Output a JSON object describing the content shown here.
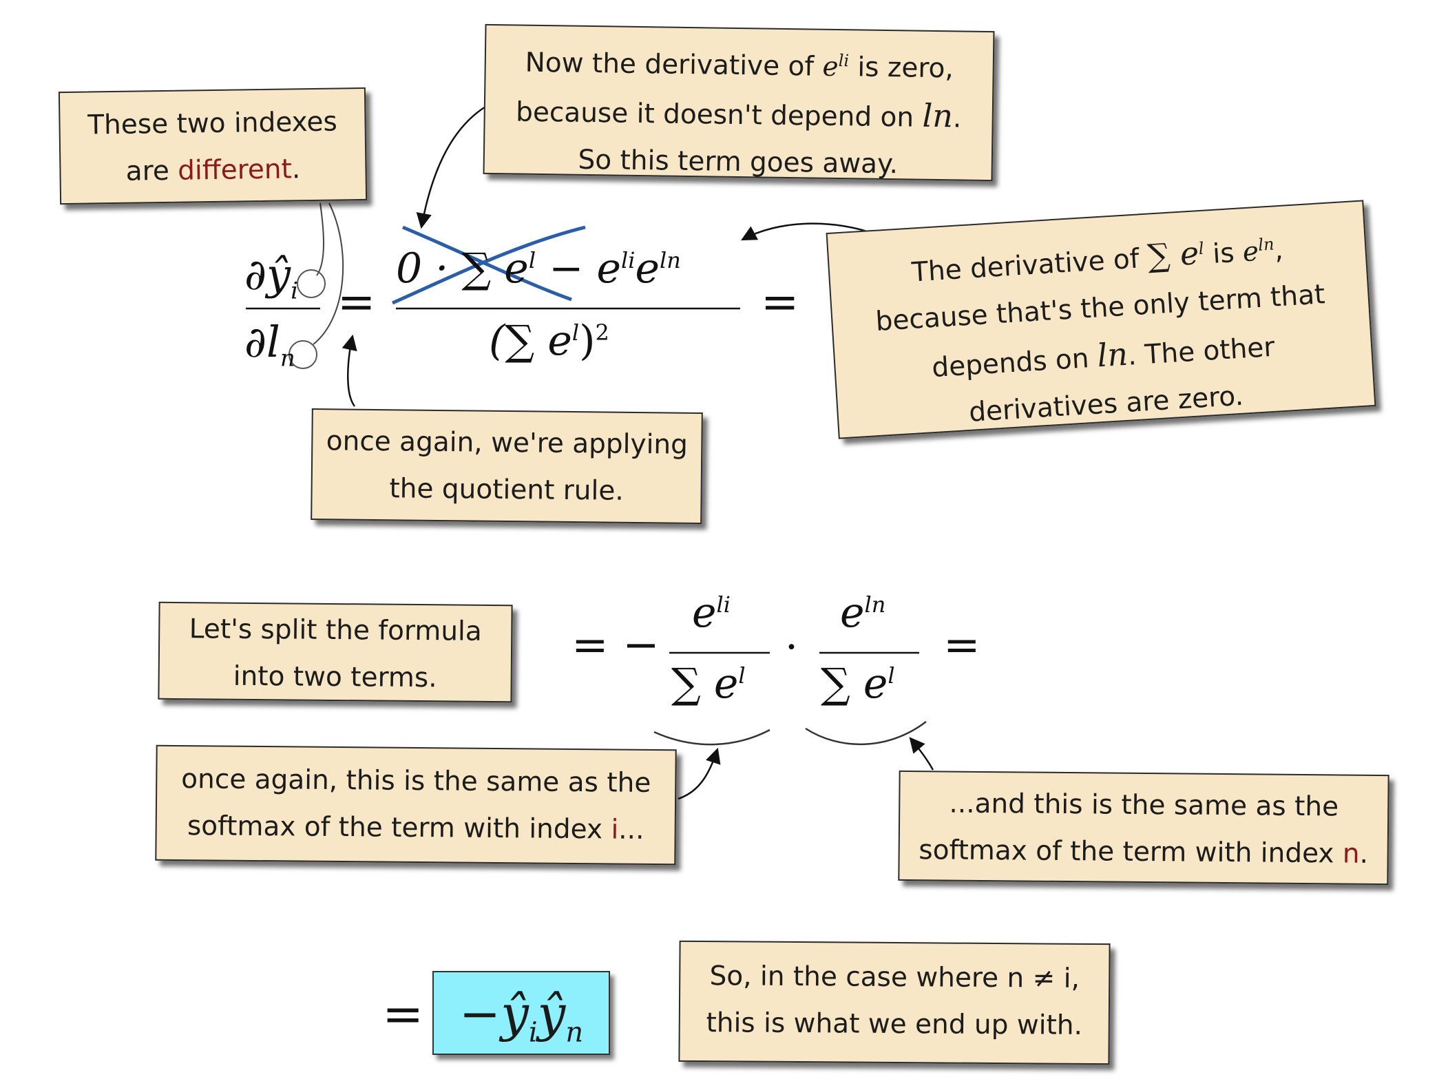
{
  "notes": {
    "indexes": {
      "l1": "These two indexes",
      "l2a": "are ",
      "l2b": "different",
      "l2c": "."
    },
    "zero": {
      "l1a": "Now the derivative of ",
      "l1m": "e",
      "l1s": "li",
      "l1b": " is zero,",
      "l2a": "because it doesn't depend on ",
      "l2m": "ln",
      "l2b": ".",
      "l3": "So this term goes away."
    },
    "quotient": {
      "l1": "once again, we're applying",
      "l2": "the quotient rule."
    },
    "sum": {
      "l1a": "The derivative of ",
      "l1m": "∑ e",
      "l1s": "l",
      "l1b": " is ",
      "l1m2": "e",
      "l1s2": "ln",
      "l1c": ",",
      "l2": "because that's the only term that",
      "l3a": "depends on ",
      "l3m": "ln",
      "l3b": ". The other",
      "l4": "derivatives are zero."
    },
    "split": {
      "l1": "Let's split the formula",
      "l2": "into two terms."
    },
    "softmax_i": {
      "l1": "once again, this is the same as the",
      "l2a": "softmax of the term with index ",
      "l2b": "i",
      "l2c": "..."
    },
    "softmax_n": {
      "l1": "...and this is the same as the",
      "l2a": "softmax of the term with index ",
      "l2b": "n",
      "l2c": "."
    },
    "result": {
      "l1": "So, in the case where n ≠ i,",
      "l2": "this is what we end up with."
    }
  },
  "equations": {
    "lhs_num": "∂ŷ",
    "lhs_num_sub": "i",
    "lhs_den": "∂l",
    "lhs_den_sub": "n",
    "eq_sign": "=",
    "frac_num": "0 · ∑ e",
    "frac_num_sup": "l",
    "frac_num_b": " − e",
    "frac_num_sup2": "li",
    "frac_num_c": "e",
    "frac_num_sup3": "ln",
    "frac_den": "(∑ e",
    "frac_den_sup": "l",
    "frac_den_b": ")",
    "frac_den_sup2": "2",
    "split_minus": "= −",
    "split_n1": "e",
    "split_n1_sup": "li",
    "split_d": "∑ e",
    "split_d_sup": "l",
    "split_dot": "·",
    "split_n2": "e",
    "split_n2_sup": "ln",
    "result_eq": "=",
    "result": "−ŷ",
    "result_sub1": "i",
    "result_b": "ŷ",
    "result_sub2": "n"
  },
  "colors": {
    "note_bg": "#f8e7c6",
    "answer_bg": "#8ef0fc",
    "cross": "#2a5fa8",
    "emphasis": "#8b1a1a"
  }
}
